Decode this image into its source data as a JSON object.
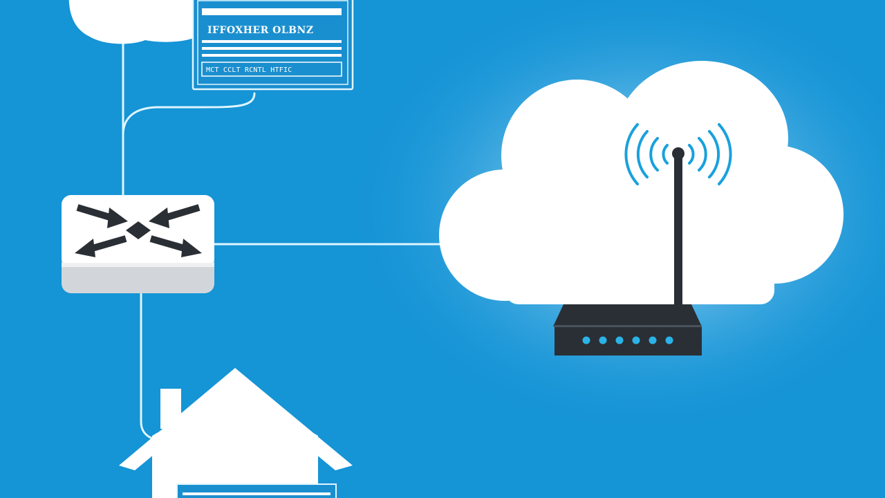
{
  "colors": {
    "background": "#1594d6",
    "glow": "#ffffff",
    "line": "#dff6ff",
    "cloud": "#ffffff",
    "dark_device": "#2a2f35",
    "led": "#2bb3e8",
    "wifi_wave": "#18a1dd",
    "switch_top": "#ffffff",
    "switch_side": "#d2d6db"
  },
  "document_card": {
    "title": "IFFOXHER OLBNZ",
    "subtitle": "MCT CCLT RCNTL HTFIC"
  },
  "icons": {
    "cloud_top": "cloud-icon",
    "document": "document-icon",
    "switch": "network-switch-icon",
    "cloud_main": "cloud-icon",
    "router": "wireless-router-icon",
    "wifi": "wifi-signal-icon",
    "house": "house-icon"
  },
  "router": {
    "led_count": 6
  }
}
